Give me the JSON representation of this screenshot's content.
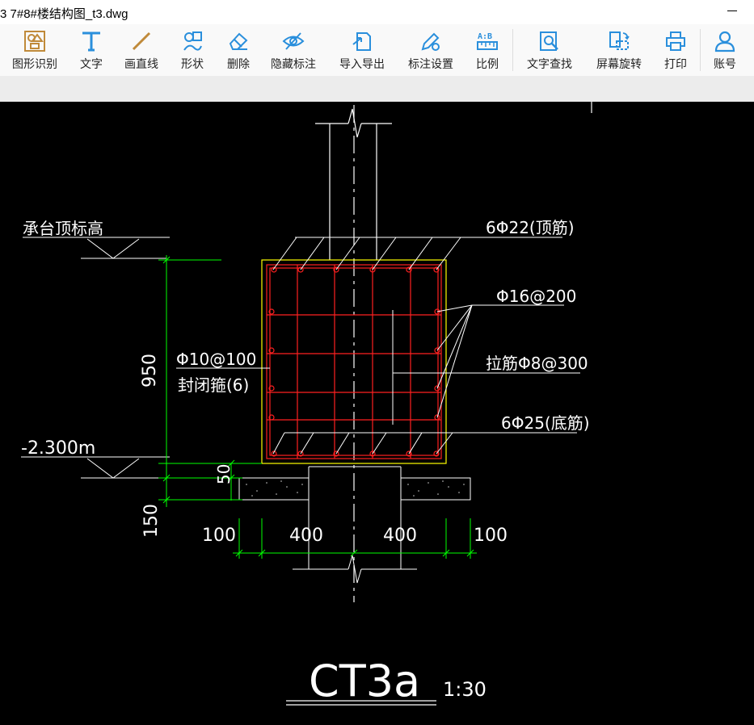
{
  "window": {
    "title": "3   7#8#楼结构图_t3.dwg"
  },
  "toolbar": {
    "items": [
      {
        "label": "图形识别",
        "icon": "shape-recognize-icon"
      },
      {
        "label": "文字",
        "icon": "text-icon"
      },
      {
        "label": "画直线",
        "icon": "line-icon"
      },
      {
        "label": "形状",
        "icon": "shape-icon"
      },
      {
        "label": "删除",
        "icon": "eraser-icon"
      },
      {
        "label": "隐藏标注",
        "icon": "eye-hidden-icon"
      },
      {
        "label": "导入导出",
        "icon": "import-export-icon"
      },
      {
        "label": "标注设置",
        "icon": "annotation-settings-icon"
      },
      {
        "label": "比例",
        "icon": "scale-icon"
      },
      {
        "label": "文字查找",
        "icon": "text-search-icon"
      },
      {
        "label": "屏幕旋转",
        "icon": "screen-rotate-icon"
      },
      {
        "label": "打印",
        "icon": "printer-icon"
      },
      {
        "label": "账号",
        "icon": "user-icon"
      }
    ],
    "accent": "#2a8fdc"
  },
  "drawing": {
    "label_top_elev": "承台顶标高",
    "label_bottom_elev": "-2.300m",
    "label_top_rebar": "6Φ22(顶筋)",
    "label_side_rebar": "Φ16@200",
    "label_tie_rebar": "拉筋Φ8@300",
    "label_bottom_rebar": "6Φ25(底筋)",
    "label_stirrup_1": "Φ10@100",
    "label_stirrup_2": "封闭箍(6)",
    "dim_950": "950",
    "dim_50": "50",
    "dim_150": "150",
    "dim_100_left": "100",
    "dim_400_left": "400",
    "dim_400_right": "400",
    "dim_100_right": "100",
    "section_title": "CT3a",
    "scale_label": "1:30",
    "colors": {
      "background": "#000000",
      "outline": "#ffffff",
      "rebar": "#ff2020",
      "dimension": "#00ff00",
      "concrete": "#ffff00"
    }
  }
}
